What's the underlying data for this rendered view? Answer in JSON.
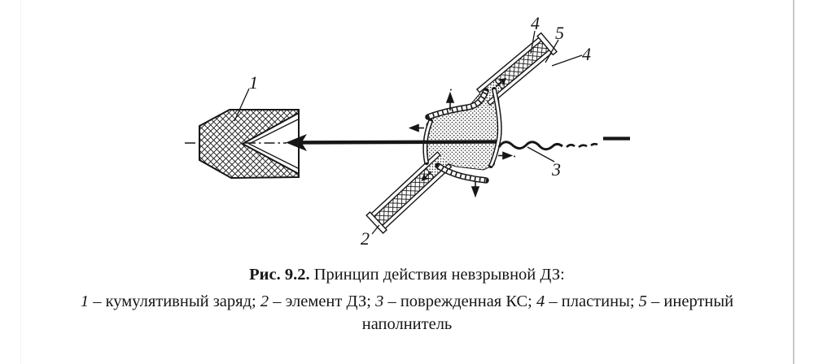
{
  "page": {
    "background": "#ffffff",
    "ink": "#161616",
    "edge_left_color": "#f3f3f3",
    "edge_right_color": "#c9c9c9"
  },
  "diagram": {
    "description": "Schematic of non-explosive reactive armour element deflecting a shaped-charge jet",
    "labels": {
      "charge": "1",
      "element": "2",
      "damaged_jet": "3",
      "plate_upper": "4",
      "filler": "5",
      "plate_lower": "4"
    }
  },
  "caption": {
    "figure_label": "Рис. 9.2.",
    "title": "Принцип действия невзрывной ДЗ:",
    "legend": [
      {
        "num": "1",
        "desc": "– кумулятивный заряд;"
      },
      {
        "num": "2",
        "desc": "– элемент ДЗ;"
      },
      {
        "num": "3",
        "desc": "– поврежденная КС;"
      },
      {
        "num": "4",
        "desc": "– пластины;"
      },
      {
        "num": "5",
        "desc": "– инертный"
      }
    ],
    "legend_tail": "наполнитель"
  }
}
